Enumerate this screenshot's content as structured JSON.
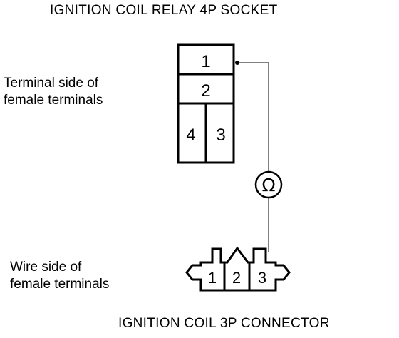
{
  "relay_socket": {
    "title": "IGNITION COIL RELAY 4P SOCKET",
    "side_label_line1": "Terminal side of",
    "side_label_line2": "female terminals",
    "terminals": [
      "1",
      "2",
      "4",
      "3"
    ]
  },
  "coil_connector": {
    "title": "IGNITION COIL 3P CONNECTOR",
    "side_label_line1": "Wire side of",
    "side_label_line2": "female terminals",
    "terminals": [
      "1",
      "2",
      "3"
    ]
  },
  "meter": {
    "symbol": "Ω",
    "icon": "ohmmeter-icon"
  },
  "colors": {
    "line": "#000000",
    "background": "#ffffff"
  }
}
